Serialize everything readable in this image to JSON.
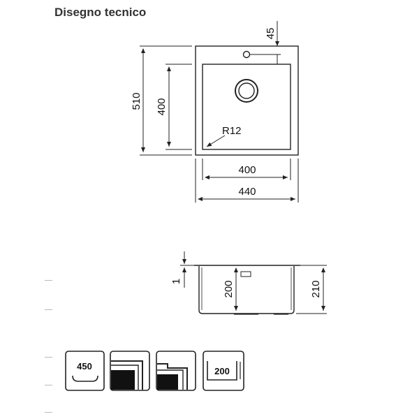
{
  "page": {
    "title": "Disegno tecnico"
  },
  "top_view": {
    "dim_outer_height": "510",
    "dim_inner_height": "400",
    "dim_tap_offset": "45",
    "dim_corner_radius": "R12",
    "dim_inner_width": "400",
    "dim_outer_width": "440"
  },
  "side_view": {
    "dim_rim": "1",
    "dim_bowl_depth": "200",
    "dim_total_depth": "210"
  },
  "icons": [
    {
      "name": "cabinet-450-icon",
      "label": "450"
    },
    {
      "name": "flush-mount-icon",
      "label": ""
    },
    {
      "name": "undermount-icon",
      "label": ""
    },
    {
      "name": "depth-200-icon",
      "label": "200"
    }
  ],
  "colors": {
    "line": "#222222",
    "text": "#111111",
    "title": "#333333"
  }
}
